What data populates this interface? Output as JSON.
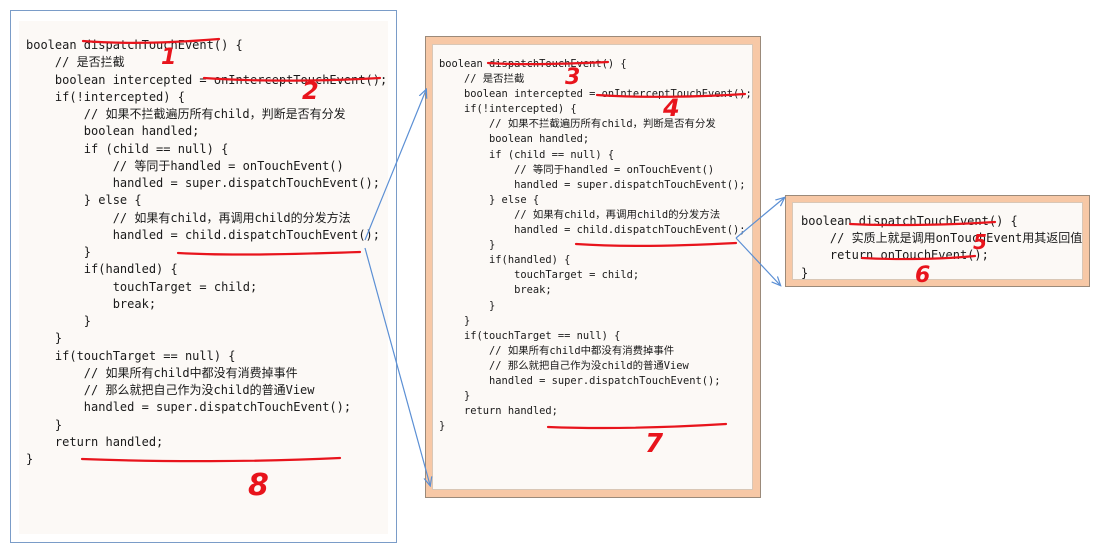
{
  "panels": [
    {
      "lines": [
        "boolean dispatchTouchEvent() {",
        "    // 是否拦截",
        "    boolean intercepted = onInterceptTouchEvent();",
        "",
        "    if(!intercepted) {",
        "        // 如果不拦截遍历所有child，判断是否有分发",
        "        boolean handled;",
        "        if (child == null) {",
        "            // 等同于handled = onTouchEvent()",
        "            handled = super.dispatchTouchEvent();",
        "        } else {",
        "            // 如果有child，再调用child的分发方法",
        "            handled = child.dispatchTouchEvent();",
        "        }",
        "",
        "        if(handled) {",
        "            touchTarget = child;",
        "            break;",
        "        }",
        "    }",
        "",
        "    if(touchTarget == null) {",
        "        // 如果所有child中都没有消费掉事件",
        "        // 那么就把自己作为没child的普通View",
        "        handled = super.dispatchTouchEvent();",
        "    }",
        "",
        "    return handled;",
        "}"
      ]
    },
    {
      "lines": [
        "boolean dispatchTouchEvent() {",
        "    // 是否拦截",
        "    boolean intercepted = onInterceptTouchEvent();",
        "",
        "    if(!intercepted) {",
        "        // 如果不拦截遍历所有child，判断是否有分发",
        "        boolean handled;",
        "        if (child == null) {",
        "            // 等同于handled = onTouchEvent()",
        "            handled = super.dispatchTouchEvent();",
        "        } else {",
        "            // 如果有child，再调用child的分发方法",
        "            handled = child.dispatchTouchEvent();",
        "        }",
        "",
        "        if(handled) {",
        "            touchTarget = child;",
        "            break;",
        "        }",
        "    }",
        "",
        "    if(touchTarget == null) {",
        "        // 如果所有child中都没有消费掉事件",
        "        // 那么就把自己作为没child的普通View",
        "        handled = super.dispatchTouchEvent();",
        "    }",
        "",
        "    return handled;",
        "}"
      ]
    },
    {
      "lines": [
        "boolean dispatchTouchEvent() {",
        "    // 实质上就是调用onTouchEvent用其返回值",
        "    return onTouchEvent();",
        "}"
      ]
    }
  ],
  "annotations": [
    "1",
    "2",
    "3",
    "4",
    "5",
    "6",
    "7",
    "8"
  ],
  "colors": {
    "annotation": "#e8141c",
    "arrow": "#5b8fd4",
    "panel_fill": "#fcf9f6",
    "panel_frame": "#f7c8a6",
    "panel_border": "#7a9cc8"
  }
}
